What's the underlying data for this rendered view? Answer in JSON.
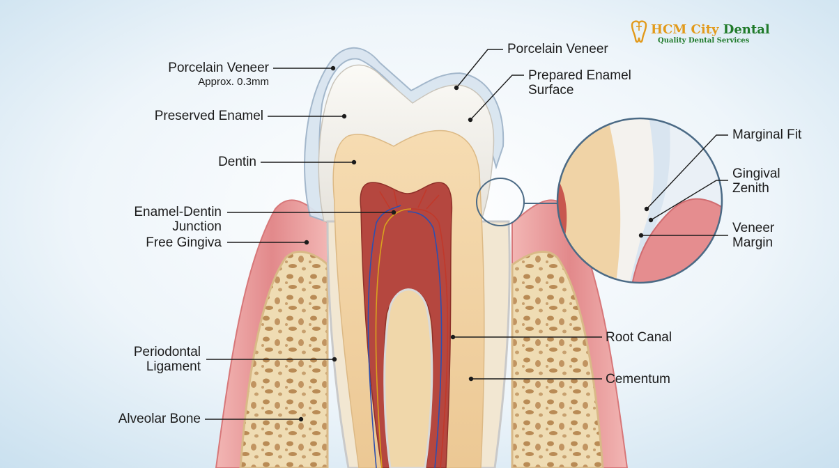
{
  "brand": {
    "name_part1": "HCM City",
    "name_part2": "Dental",
    "tagline": "Quality Dental Services",
    "logo_icon": "tooth-logo-icon"
  },
  "labels": {
    "porcelain_veneer_left": "Porcelain Veneer",
    "veneer_thickness": "Approx. 0.3mm",
    "preserved_enamel": "Preserved Enamel",
    "dentin": "Dentin",
    "enamel_dentin_junction": [
      "Enamel-Dentin",
      "Junction"
    ],
    "free_gingiva": "Free Gingiva",
    "periodontal_ligament": [
      "Periodontal",
      "Ligament"
    ],
    "alveolar_bone": "Alveolar Bone",
    "porcelain_veneer_right": "Porcelain Veneer",
    "prepared_enamel_surface": [
      "Prepared Enamel",
      "Surface"
    ],
    "marginal_fit": "Marginal Fit",
    "gingival_zenith": [
      "Gingival",
      "Zenith"
    ],
    "veneer_margin": [
      "Veneer",
      "Margin"
    ],
    "root_canal": "Root Canal",
    "cementum": "Cementum"
  },
  "colors": {
    "background": "#dcecf6",
    "gum": "#e58d8f",
    "bone": "#efdcb3",
    "dentin": "#f0d3a6",
    "enamel": "#f3f1ec",
    "veneer": "#d8e3ee",
    "pulp": "#b5473f",
    "brand_orange": "#e29a1b",
    "brand_green": "#1f7a2a"
  }
}
